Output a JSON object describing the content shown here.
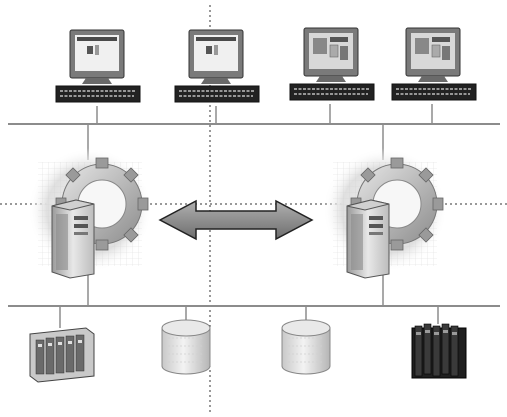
{
  "diagram": {
    "description_title": "",
    "workstations": [
      {
        "id": "ws1",
        "screen": "setup-window"
      },
      {
        "id": "ws2",
        "screen": "setup-window"
      },
      {
        "id": "ws3",
        "screen": "synoptic-view"
      },
      {
        "id": "ws4",
        "screen": "synoptic-view"
      }
    ],
    "servers": [
      {
        "id": "server-left",
        "badge": "gear-globe-icon"
      },
      {
        "id": "server-right",
        "badge": "gear-globe-icon"
      }
    ],
    "link": {
      "type": "bidirectional-arrow"
    },
    "field_devices": [
      {
        "id": "plc-left",
        "kind": "modular-plc-icon"
      },
      {
        "id": "db-1",
        "kind": "database-cylinder-icon"
      },
      {
        "id": "db-2",
        "kind": "database-cylinder-icon"
      },
      {
        "id": "plc-right",
        "kind": "io-rack-icon"
      }
    ],
    "networks": [
      "upper-network-bus",
      "lower-network-bus"
    ]
  }
}
